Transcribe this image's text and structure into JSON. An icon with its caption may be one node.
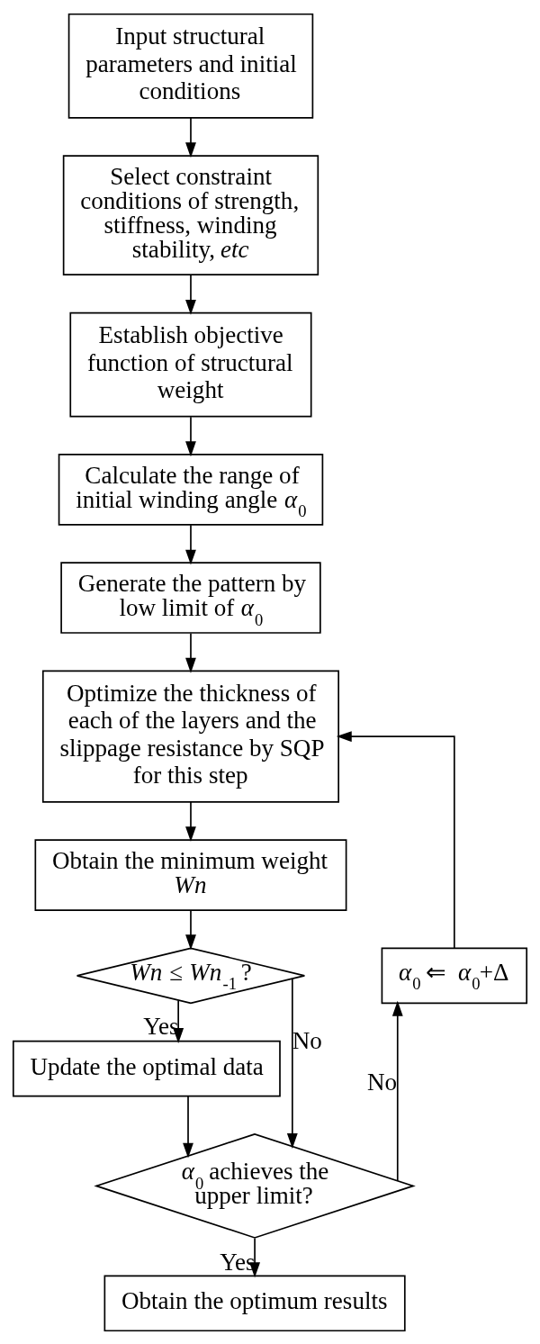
{
  "diagram": {
    "nodes": [
      {
        "text": [
          "Input structural parameters and initial conditions"
        ]
      },
      {
        "text": [
          "Select constraint conditions of strength, stiffness, winding stability, *etc*"
        ]
      },
      {
        "text": [
          "Establish objective function of structural weight"
        ]
      },
      {
        "text": [
          "Calculate the range of initial winding angle *α*$_{0}$"
        ]
      },
      {
        "text": [
          "Generate the pattern by low limit of *α*$_{0}$"
        ]
      },
      {
        "text": [
          "Optimize the thickness of each of the layers and the slippage resistance by SQP for this step"
        ]
      },
      {
        "text": [
          "Obtain the minimum weight *Wn*"
        ]
      },
      {
        "text": [
          "*Wn* ≤ *Wn*$_{-1}$ ?"
        ]
      },
      {
        "text": [
          "Update the optimal data"
        ]
      },
      {
        "text": [
          "*α*$_{0}$ ⇐ *α*$_{0}$+Δ"
        ]
      },
      {
        "text": [
          "*α*$_{0}$ achieves the upper limit?"
        ]
      },
      {
        "text": [
          "Obtain the optimum results"
        ]
      }
    ],
    "edges": [
      {
        "from": 0,
        "to": 1,
        "arrow": "to"
      },
      {
        "from": 1,
        "to": 2,
        "arrow": "to"
      },
      {
        "from": 2,
        "to": 3,
        "arrow": "to"
      },
      {
        "from": 3,
        "to": 4,
        "arrow": "to"
      },
      {
        "from": 4,
        "to": 5,
        "arrow": "to"
      },
      {
        "from": 5,
        "to": 6,
        "arrow": "to"
      },
      {
        "from": 6,
        "to": 7,
        "arrow": "to"
      },
      {
        "from": 7,
        "to": 8,
        "arrow": "to",
        "label": "Yes"
      },
      {
        "from": 7,
        "to": 10,
        "arrow": "to",
        "label": "No"
      },
      {
        "from": 8,
        "to": 10,
        "arrow": "to"
      },
      {
        "from": 10,
        "to": 9,
        "arrow": "to",
        "label": "No"
      },
      {
        "from": 9,
        "to": 5,
        "arrow": "to"
      },
      {
        "from": 10,
        "to": 11,
        "arrow": "to",
        "label": "Yes"
      }
    ]
  }
}
